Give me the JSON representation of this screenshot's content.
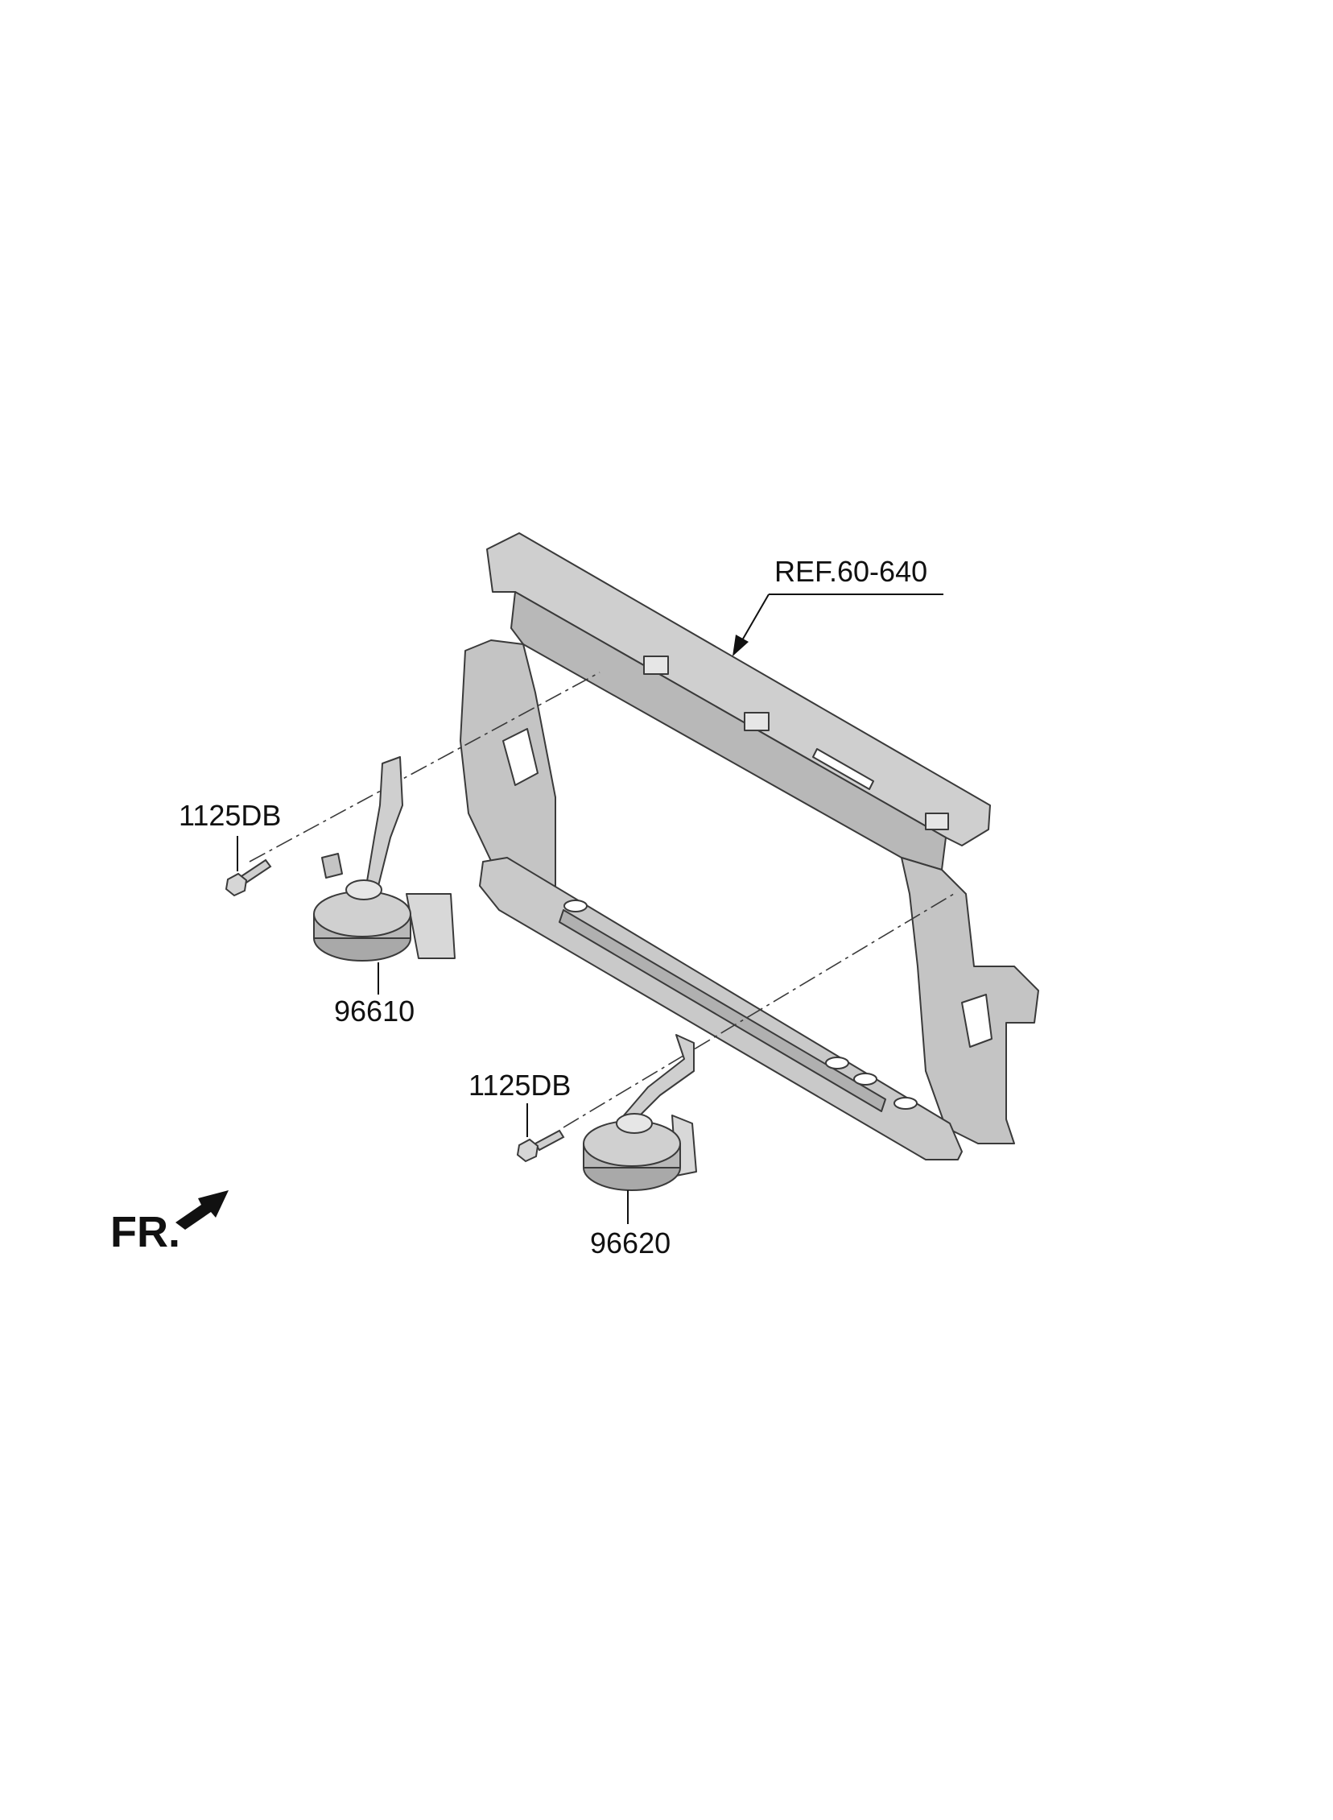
{
  "diagram": {
    "labels": {
      "ref": "REF.60-640",
      "bolt_left": "1125DB",
      "bolt_right": "1125DB",
      "horn_left": "96610",
      "horn_right": "96620",
      "front": "FR."
    },
    "colors": {
      "part_fill": "#cfcfcf",
      "part_shade": "#a9a9a9",
      "part_light": "#e6e6e6",
      "outline": "#3a3a3a",
      "text": "#111111"
    }
  }
}
